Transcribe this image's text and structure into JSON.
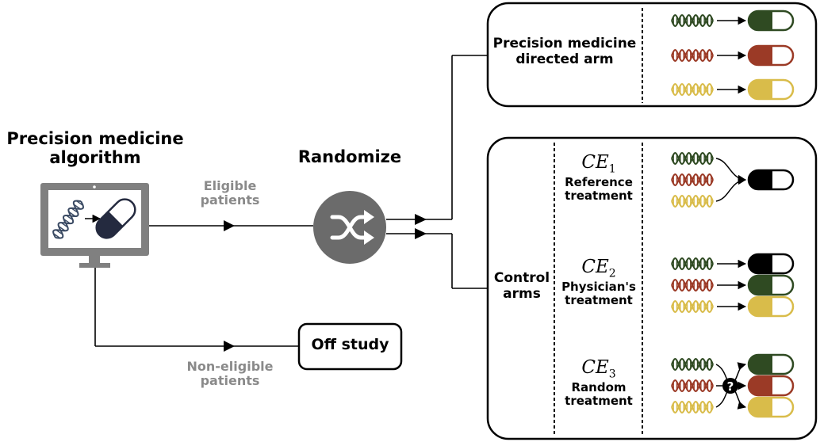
{
  "algorithm": {
    "title_line1": "Precision medicine",
    "title_line2": "algorithm"
  },
  "randomize": {
    "title": "Randomize"
  },
  "eligible": {
    "line1": "Eligible",
    "line2": "patients"
  },
  "non_eligible": {
    "line1": "Non-eligible",
    "line2": "patients"
  },
  "off_study": {
    "label": "Off study"
  },
  "directed_arm": {
    "line1": "Precision medicine",
    "line2": "directed arm"
  },
  "control_arms": {
    "line1": "Control",
    "line2": "arms"
  },
  "ce1": {
    "symbol": "CE",
    "sub": "1",
    "line1": "Reference",
    "line2": "treatment"
  },
  "ce2": {
    "symbol": "CE",
    "sub": "2",
    "line1": "Physician's",
    "line2": "treatment"
  },
  "ce3": {
    "symbol": "CE",
    "sub": "3",
    "line1": "Random",
    "line2": "treatment"
  },
  "unknown_mark": "?",
  "colors": {
    "green": "#2f4a22",
    "red": "#9b3a26",
    "yellow": "#d9bc4a",
    "black": "#000000",
    "monitor": "#808080",
    "shuffle_circle": "#6b6b6b",
    "grey_text": "#8a8a8a"
  },
  "icons": [
    "monitor-icon",
    "dna-icon",
    "pill-icon",
    "shuffle-icon"
  ]
}
